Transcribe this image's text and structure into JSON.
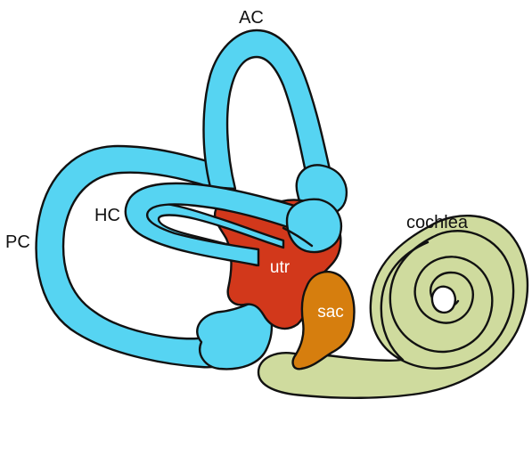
{
  "labels": {
    "ac": "AC",
    "pc": "PC",
    "hc": "HC",
    "cochlea": "cochlea",
    "utr": "utr",
    "sac": "sac"
  },
  "colors": {
    "canals": "#56d4f2",
    "utricle": "#d2381b",
    "saccule": "#d67e0e",
    "cochlea": "#cfdb9e",
    "outline": "#111111"
  }
}
